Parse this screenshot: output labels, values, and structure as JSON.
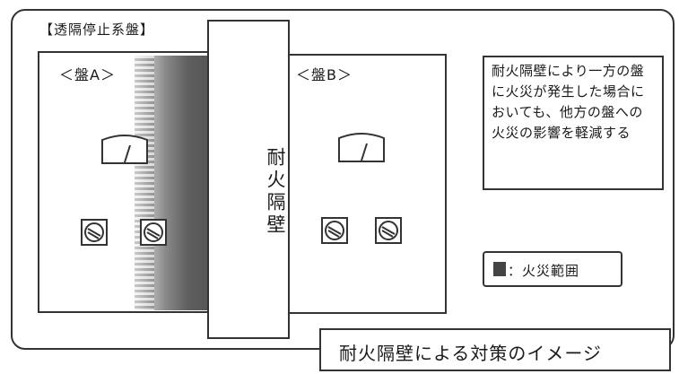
{
  "system_title": "【透隔停止系盤】",
  "panel_a_label": "＜盤A＞",
  "panel_b_label": "＜盤B＞",
  "firewall_label": "耐火隔壁",
  "explanation": "耐火隔壁により一方の盤に火災が発生した場合においても、他方の盤への火災の影響を軽減する",
  "legend_label": "：火災範囲",
  "caption": "耐火隔壁による対策のイメージ",
  "colors": {
    "line": "#333333",
    "fire_range": "#555555",
    "background": "#ffffff"
  },
  "icons": [
    "meter-icon",
    "breaker-icon"
  ]
}
